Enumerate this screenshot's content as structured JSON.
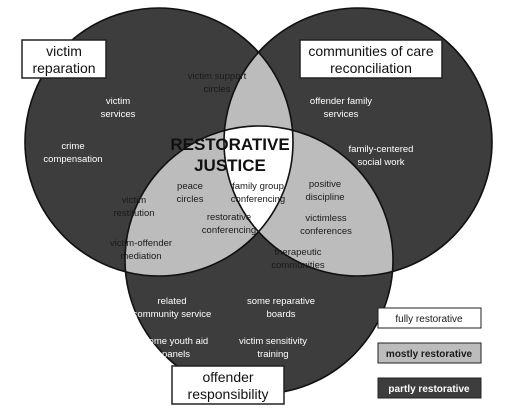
{
  "colors": {
    "partly": "#3d3d3d",
    "mostly": "#bcbcbc",
    "fully": "#ffffff",
    "outline": "#111111",
    "text_dark": "#ffffff",
    "text_light": "#1a1a1a"
  },
  "circle_labels": {
    "victim": [
      "victim",
      "reparation"
    ],
    "communities": [
      "communities of care",
      "reconciliation"
    ],
    "offender": [
      "offender",
      "responsibility"
    ]
  },
  "center_title": [
    "RESTORATIVE",
    "JUSTICE"
  ],
  "regions": {
    "victim_only": [
      {
        "lines": [
          "victim",
          "services"
        ]
      },
      {
        "lines": [
          "crime",
          "compensation"
        ]
      }
    ],
    "communities_only": [
      {
        "lines": [
          "offender family",
          "services"
        ]
      },
      {
        "lines": [
          "family-centered",
          "social work"
        ]
      }
    ],
    "offender_only": [
      {
        "lines": [
          "related",
          "community service"
        ]
      },
      {
        "lines": [
          "some reparative",
          "boards"
        ]
      },
      {
        "lines": [
          "some youth aid",
          "panels"
        ]
      },
      {
        "lines": [
          "victim sensitivity",
          "training"
        ]
      }
    ],
    "victim_communities": [
      {
        "lines": [
          "victim support",
          "circles"
        ]
      }
    ],
    "victim_offender": [
      {
        "lines": [
          "victim",
          "restitution"
        ]
      },
      {
        "lines": [
          "victim-offender",
          "mediation"
        ]
      }
    ],
    "communities_offender": [
      {
        "lines": [
          "positive",
          "discipline"
        ]
      },
      {
        "lines": [
          "victimless",
          "conferences"
        ]
      },
      {
        "lines": [
          "therapeutic",
          "communities"
        ]
      }
    ],
    "center": [
      {
        "lines": [
          "peace",
          "circles"
        ]
      },
      {
        "lines": [
          "family group",
          "conferencing"
        ]
      },
      {
        "lines": [
          "restorative",
          "conferencing"
        ]
      }
    ]
  },
  "legend": [
    {
      "label": "fully restorative",
      "level": "fully"
    },
    {
      "label": "mostly restorative",
      "level": "mostly"
    },
    {
      "label": "partly restorative",
      "level": "partly"
    }
  ]
}
